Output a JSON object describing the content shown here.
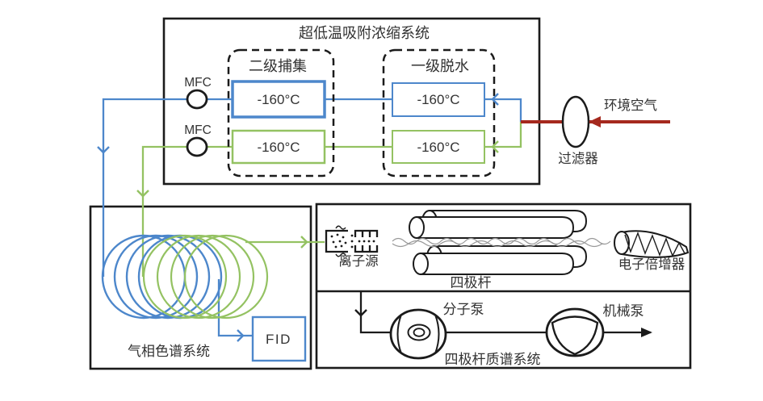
{
  "colors": {
    "blue": "#4d87cb",
    "green": "#94c262",
    "red": "#a5291e",
    "line": "#1b1b1b",
    "text": "#333333",
    "wave": "#999999",
    "background": "#ffffff"
  },
  "concentrator": {
    "title": "超低温吸附浓缩系统",
    "trap_label": "二级捕集",
    "dehydration_label": "一级脱水",
    "mfc_top": "MFC",
    "mfc_bottom": "MFC",
    "temps": {
      "trap_blue": "-160°C",
      "trap_green": "-160°C",
      "dehydration_blue": "-160°C",
      "dehydration_green": "-160°C"
    }
  },
  "inlet": {
    "air_label": "环境空气",
    "filter_label": "过滤器"
  },
  "gc": {
    "label": "气相色谱系统",
    "detector_label": "FID"
  },
  "ms": {
    "ion_source_label": "离子源",
    "quadrupole_label": "四极杆",
    "multiplier_label": "电子倍增器",
    "molecular_pump_label": "分子泵",
    "mechanical_pump_label": "机械泵",
    "label": "四极杆质谱系统"
  },
  "icons": {
    "mfc_valve": "open-circle-valve",
    "filter": "vertical-ellipse",
    "gc_columns": "overlapping-blue-green-coils",
    "ion_source": "dotted-lens-stack",
    "quadrupole_rods": "four-cylinder-rods",
    "ion_path": "gray-sine-waves",
    "electron_multiplier": "horn-with-dynode-zigzag",
    "molecular_pump": "circle-with-vanes-and-vortex",
    "mechanical_pump": "circle-with-rotor-triangle",
    "flow_arrow": "chevron-arrowhead"
  }
}
